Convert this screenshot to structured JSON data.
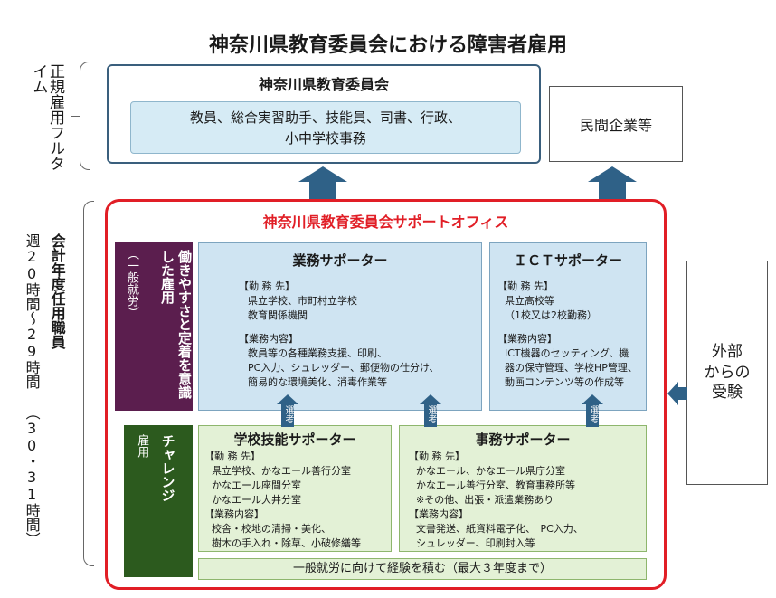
{
  "title": "神奈川県教育委員会における障害者雇用",
  "left_labels": {
    "regular": "正規雇用フルタイム",
    "fiscal_main": "会計年度任用職員",
    "fiscal_sub_1": "週20時間～29時間",
    "fiscal_sub_2": "（30・31時間）"
  },
  "board": {
    "title": "神奈川県教育委員会",
    "jobs_line1": "教員、総合実習助手、技能員、司書、行政、",
    "jobs_line2": "小中学校事務"
  },
  "private_sector": "民間企業等",
  "office_title": "神奈川県教育委員会サポートオフィス",
  "purple_label": {
    "main": "働きやすさと定着を意識した雇用",
    "sub": "（一般就労）"
  },
  "green_label": {
    "main": "チャレンジ",
    "sub": "雇用"
  },
  "gyomu": {
    "title": "業務サポーター",
    "workplace_heading": "【勤 務 先】",
    "workplace_1": "県立学校、市町村立学校",
    "workplace_2": "教育関係機関",
    "content_heading": "【業務内容】",
    "content_1": "教員等の各種業務支援、印刷、",
    "content_2": "PC入力、シュレッダー、郵便物の仕分け、",
    "content_3": "簡易的な環境美化、消毒作業等"
  },
  "ict": {
    "title": "ＩＣＴサポーター",
    "workplace_heading": "【勤 務 先】",
    "workplace_1": "県立高校等",
    "workplace_2": "（1校又は2校勤務）",
    "content_heading": "【業務内容】",
    "content_1": "ICT機器のセッティング、機",
    "content_2": "器の保守管理、学校HP管理、",
    "content_3": "動画コンテンツ等の作成等"
  },
  "gakko": {
    "title": "学校技能サポーター",
    "workplace_heading": "【勤 務 先】",
    "workplace_1": "県立学校、かなエール善行分室",
    "workplace_2": "かなエール座間分室",
    "workplace_3": "かなエール大井分室",
    "content_heading": "【業務内容】",
    "content_1": "校舎・校地の清掃・美化、",
    "content_2": "樹木の手入れ・除草、小破修繕等"
  },
  "jimu": {
    "title": "事務サポーター",
    "workplace_heading": "【勤 務 先】",
    "workplace_1": "かなエール、かなエール県庁分室",
    "workplace_2": "かなエール善行分室、教育事務所等",
    "workplace_3": "※その他、出張・派遣業務あり",
    "content_heading": "【業務内容】",
    "content_1": "文書発送、紙資料電子化、　PC入力、",
    "content_2": "シュレッダー、印刷封入等"
  },
  "selection_label": "選考",
  "footer": "一般就労に向けて経験を積む（最大３年度まで）",
  "external": {
    "line1": "外部",
    "line2": "からの",
    "line3": "受験"
  },
  "colors": {
    "accent_red": "#e11e26",
    "arrow_blue": "#2f6187",
    "purple": "#5b1e4e",
    "dark_green": "#2c5a1e",
    "light_blue": "#cfe4f2",
    "light_green": "#e3f1d6"
  }
}
